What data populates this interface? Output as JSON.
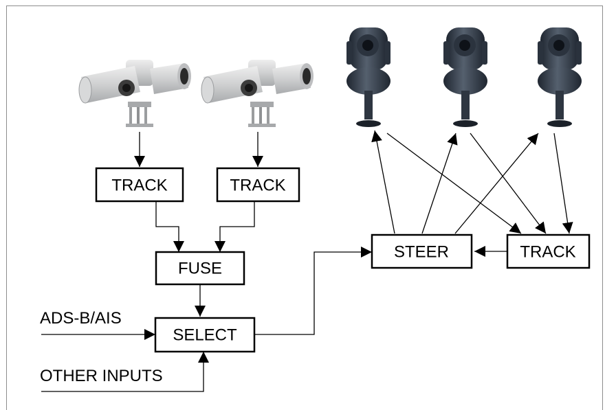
{
  "diagram": {
    "boxes": {
      "track_left": "TRACK",
      "track_mid": "TRACK",
      "fuse": "FUSE",
      "select": "SELECT",
      "steer": "STEER",
      "track_right": "TRACK"
    },
    "inputs": {
      "ads_label": "ADS-B/AIS",
      "other_label": "OTHER INPUTS"
    },
    "cameras": {
      "fixed": [
        "fixed-dual-camera-icon",
        "fixed-dual-camera-icon"
      ],
      "ptz": [
        "ptz-dome-camera-icon",
        "ptz-dome-camera-icon",
        "ptz-dome-camera-icon"
      ]
    },
    "colors": {
      "line": "#000000",
      "fixed_camera_body": "#c9cacb",
      "ptz_camera_body": "#3a4452",
      "frame": "#8c8c8c"
    }
  }
}
